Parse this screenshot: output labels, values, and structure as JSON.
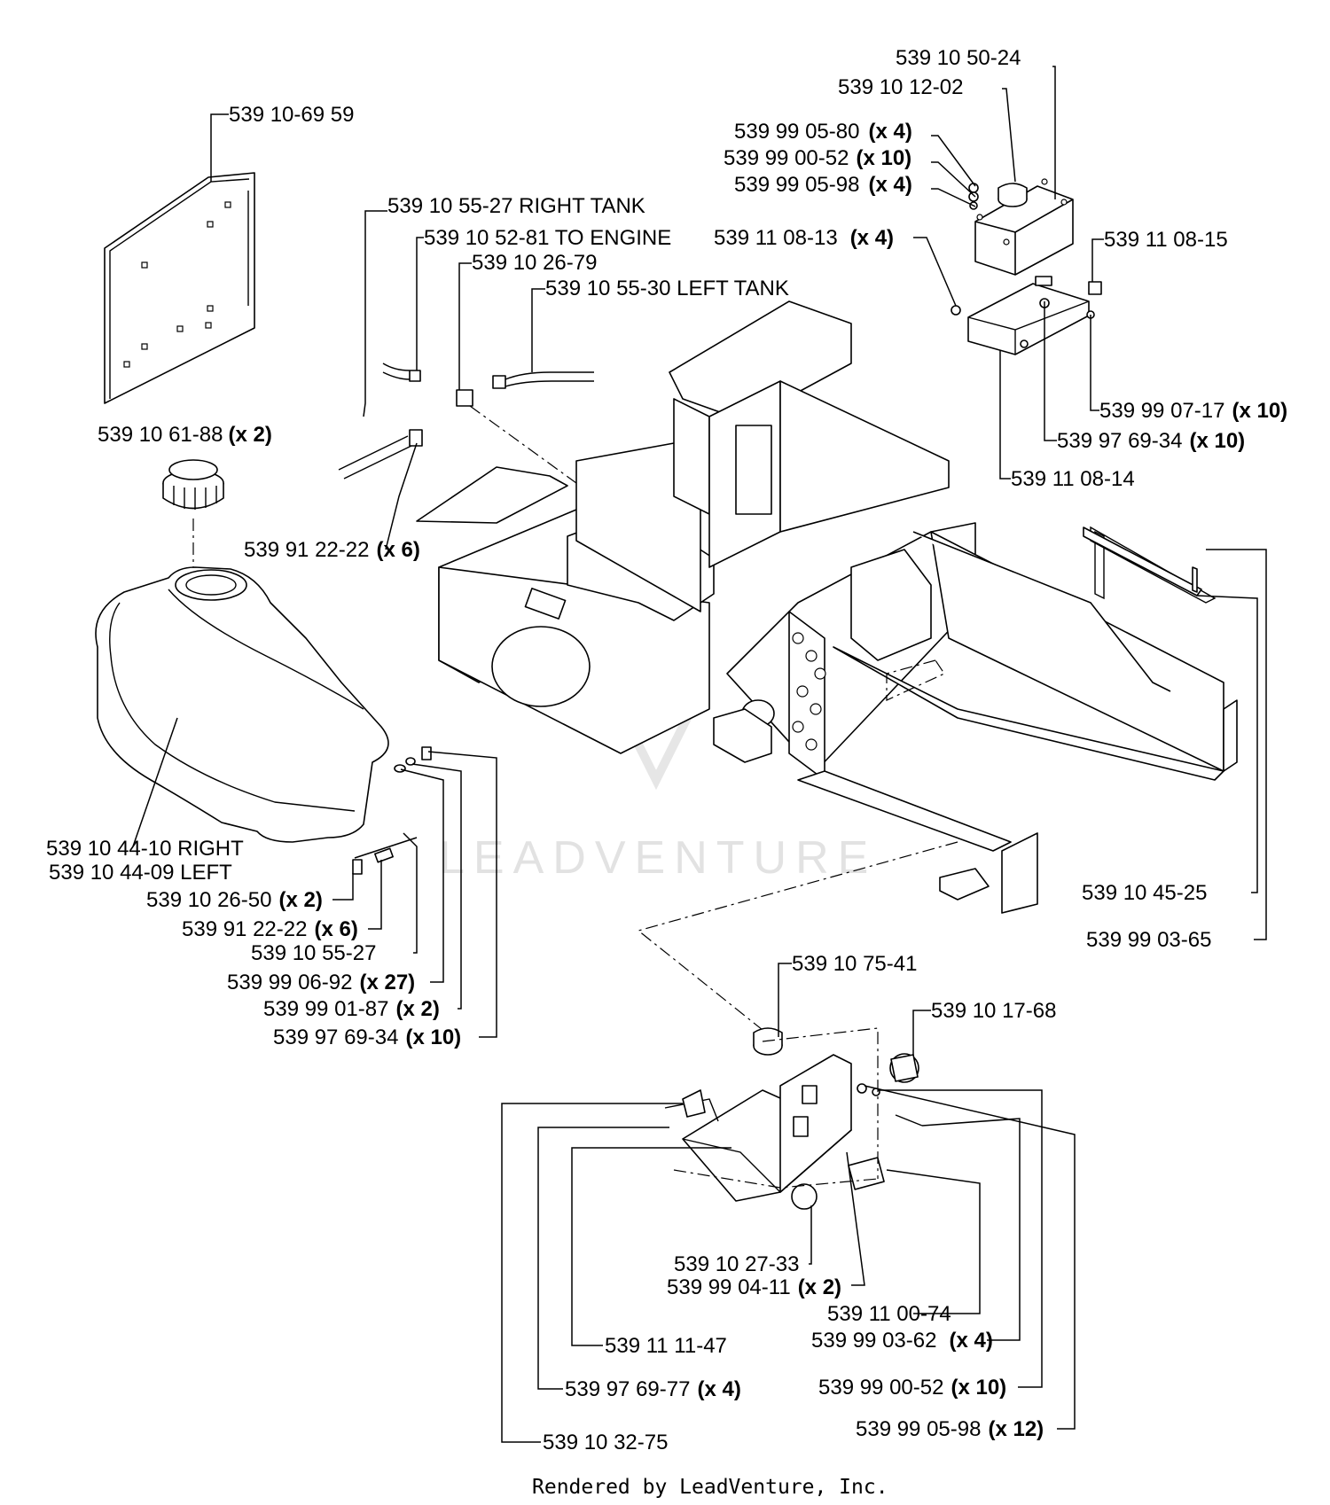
{
  "watermark": "LEADVENTURE",
  "footer": "Rendered by LeadVenture, Inc.",
  "callouts": {
    "c01": {
      "part": "539 10 50-24"
    },
    "c02": {
      "part": "539 10 12-02"
    },
    "c03": {
      "part": "539 99 05-80",
      "qty": "(x 4)"
    },
    "c04": {
      "part": "539 99 00-52",
      "qty": "(x 10)"
    },
    "c05": {
      "part": "539 99 05-98",
      "qty": "(x 4)"
    },
    "c06": {
      "part": "539 10-69 59"
    },
    "c07": {
      "part": "539 10 55-27 RIGHT TANK"
    },
    "c08": {
      "part": "539 10 52-81 TO ENGINE"
    },
    "c09": {
      "part": "539 10 26-79"
    },
    "c10": {
      "part": "539 10 55-30 LEFT TANK"
    },
    "c11": {
      "part": "539 11 08-13",
      "qty": "(x 4)"
    },
    "c12": {
      "part": "539 11 08-15"
    },
    "c13": {
      "part": "539 99 07-17",
      "qty": "(x 10)"
    },
    "c14": {
      "part": "539 97 69-34",
      "qty": "(x 10)"
    },
    "c15": {
      "part": "539 11 08-14"
    },
    "c16": {
      "part": "539 10 61-88",
      "qty": "(x 2)"
    },
    "c17": {
      "part": "539 91 22-22",
      "qty": "(x 6)"
    },
    "c18": {
      "part": "539 10 44-10 RIGHT"
    },
    "c19": {
      "part": "539 10 44-09 LEFT"
    },
    "c20": {
      "part": "539 10 26-50",
      "qty": "(x 2)"
    },
    "c21": {
      "part": "539 91 22-22",
      "qty": "(x 6)"
    },
    "c22": {
      "part": "539 10 55-27"
    },
    "c23": {
      "part": "539 99 06-92",
      "qty": "(x 27)"
    },
    "c24": {
      "part": "539 99 01-87",
      "qty": "(x 2)"
    },
    "c25": {
      "part": "539 97 69-34",
      "qty": "(x 10)"
    },
    "c26": {
      "part": "539 10 45-25"
    },
    "c27": {
      "part": "539 99 03-65"
    },
    "c28": {
      "part": "539 10 75-41"
    },
    "c29": {
      "part": "539 10 17-68"
    },
    "c30": {
      "part": "539 10 27-33"
    },
    "c31": {
      "part": "539 99 04-11",
      "qty": "(x 2)"
    },
    "c32": {
      "part": "539 11 00-74"
    },
    "c33": {
      "part": "539 99 03-62",
      "qty": "(x 4)"
    },
    "c34": {
      "part": "539 11 11-47"
    },
    "c35": {
      "part": "539 99 00-52",
      "qty": "(x 10)"
    },
    "c36": {
      "part": "539 97 69-77",
      "qty": "(x 4)"
    },
    "c37": {
      "part": "539 99 05-98",
      "qty": "(x 12)"
    },
    "c38": {
      "part": "539 10 32-75"
    }
  }
}
